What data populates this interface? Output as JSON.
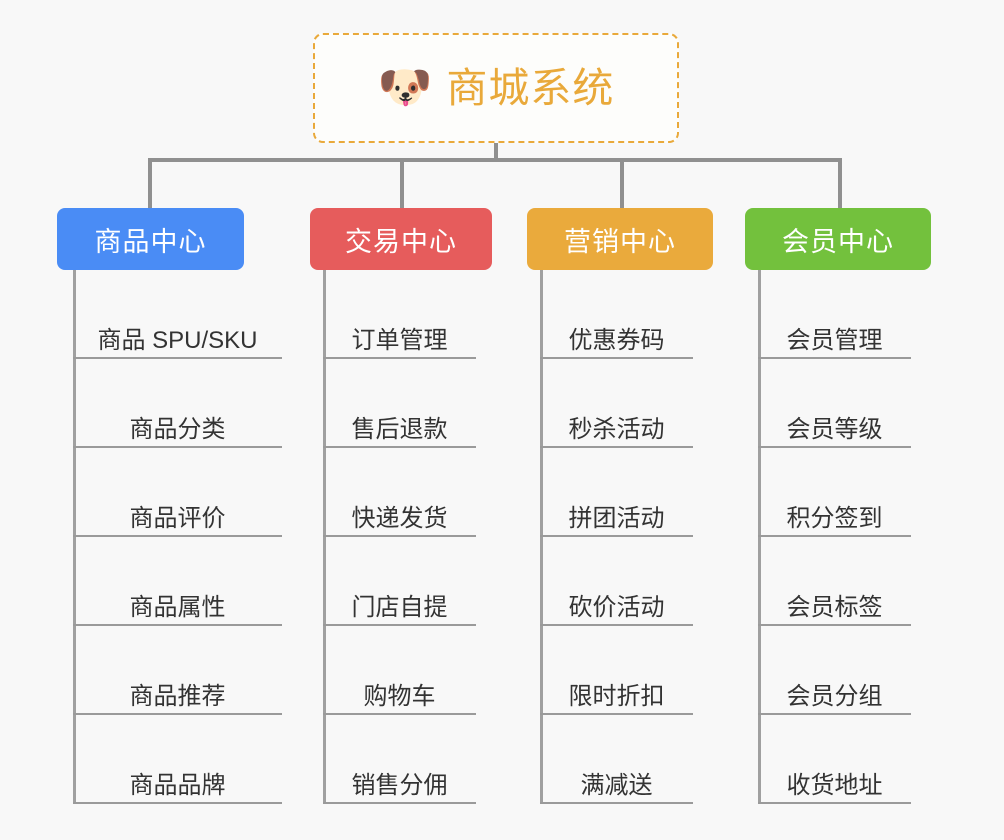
{
  "root": {
    "icon": "shiba-dog-emoji",
    "icon_glyph": "🐶",
    "title": "商城系统",
    "accent_color": "#e9a93a",
    "border_style": "dashed"
  },
  "canvas": {
    "background_color": "#f8f8f8",
    "connector_color": "#909090"
  },
  "columns": [
    {
      "id": "product-center",
      "header": "商品中心",
      "color": "#4a8cf5",
      "items": [
        "商品 SPU/SKU",
        "商品分类",
        "商品评价",
        "商品属性",
        "商品推荐",
        "商品品牌"
      ]
    },
    {
      "id": "trade-center",
      "header": "交易中心",
      "color": "#e65c5c",
      "items": [
        "订单管理",
        "售后退款",
        "快递发货",
        "门店自提",
        "购物车",
        "销售分佣"
      ]
    },
    {
      "id": "marketing-center",
      "header": "营销中心",
      "color": "#eaaa3c",
      "items": [
        "优惠券码",
        "秒杀活动",
        "拼团活动",
        "砍价活动",
        "限时折扣",
        "满减送"
      ]
    },
    {
      "id": "member-center",
      "header": "会员中心",
      "color": "#73c13d",
      "items": [
        "会员管理",
        "会员等级",
        "积分签到",
        "会员标签",
        "会员分组",
        "收货地址"
      ]
    }
  ]
}
